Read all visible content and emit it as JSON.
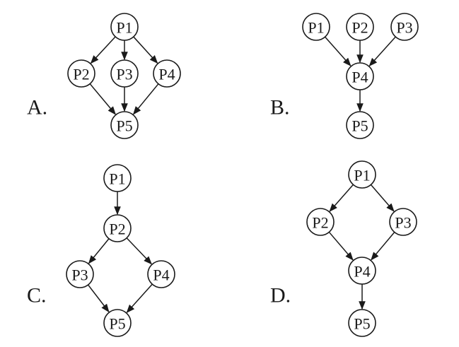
{
  "diagrams": [
    {
      "id": "A",
      "label": "A.",
      "nodes": [
        "P1",
        "P2",
        "P3",
        "P4",
        "P5"
      ],
      "edges": [
        [
          "P1",
          "P2"
        ],
        [
          "P1",
          "P3"
        ],
        [
          "P1",
          "P4"
        ],
        [
          "P2",
          "P5"
        ],
        [
          "P3",
          "P5"
        ],
        [
          "P4",
          "P5"
        ]
      ]
    },
    {
      "id": "B",
      "label": "B.",
      "nodes": [
        "P1",
        "P2",
        "P3",
        "P4",
        "P5"
      ],
      "edges": [
        [
          "P1",
          "P4"
        ],
        [
          "P2",
          "P4"
        ],
        [
          "P3",
          "P4"
        ],
        [
          "P4",
          "P5"
        ]
      ]
    },
    {
      "id": "C",
      "label": "C.",
      "nodes": [
        "P1",
        "P2",
        "P3",
        "P4",
        "P5"
      ],
      "edges": [
        [
          "P1",
          "P2"
        ],
        [
          "P2",
          "P3"
        ],
        [
          "P2",
          "P4"
        ],
        [
          "P3",
          "P5"
        ],
        [
          "P4",
          "P5"
        ]
      ]
    },
    {
      "id": "D",
      "label": "D.",
      "nodes": [
        "P1",
        "P2",
        "P3",
        "P4",
        "P5"
      ],
      "edges": [
        [
          "P1",
          "P2"
        ],
        [
          "P1",
          "P3"
        ],
        [
          "P2",
          "P4"
        ],
        [
          "P3",
          "P4"
        ],
        [
          "P4",
          "P5"
        ]
      ]
    }
  ]
}
